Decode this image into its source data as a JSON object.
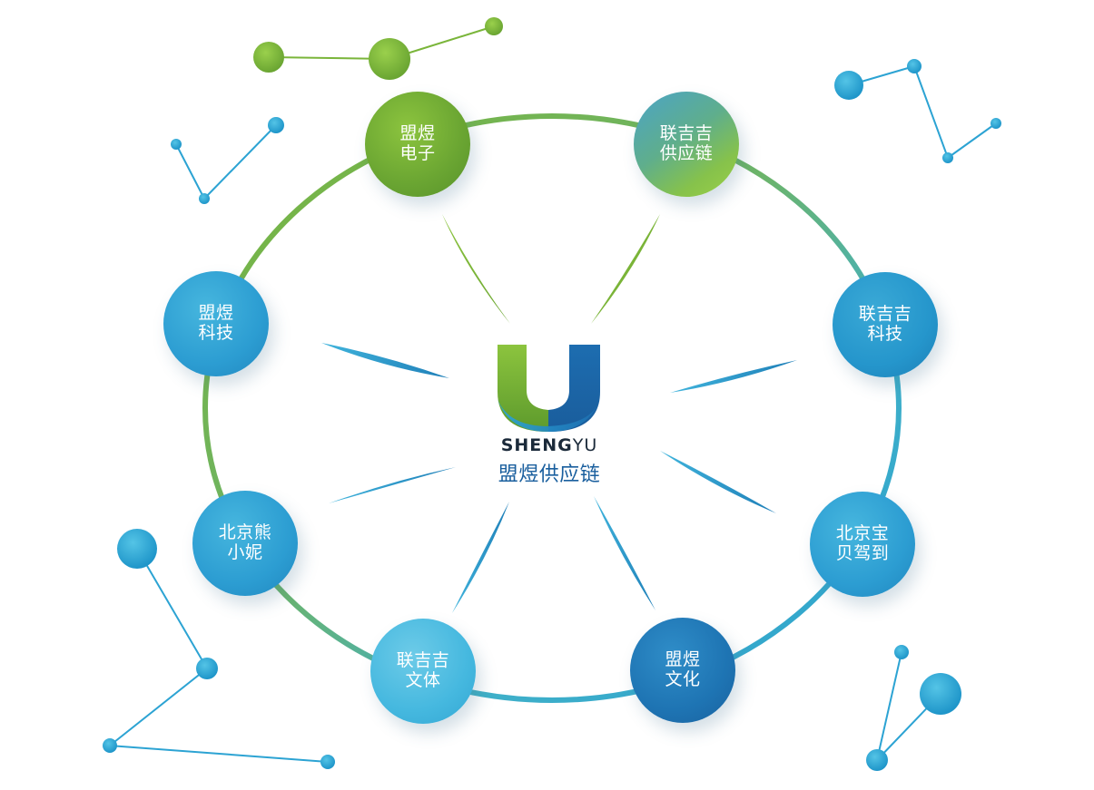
{
  "center": {
    "brand_en_bold": "SHENG",
    "brand_en_thin": "YU",
    "brand_cn": "盟煜供应链"
  },
  "nodes": [
    {
      "id": "mengyu-dianzi",
      "line1": "盟煜",
      "line2": "电子"
    },
    {
      "id": "lianjiji-gongyinglian",
      "line1": "联吉吉",
      "line2": "供应链"
    },
    {
      "id": "lianjiji-keji",
      "line1": "联吉吉",
      "line2": "科技"
    },
    {
      "id": "beijing-baobei-jiadao",
      "line1": "北京宝",
      "line2": "贝驾到"
    },
    {
      "id": "mengyu-wenhua",
      "line1": "盟煜",
      "line2": "文化"
    },
    {
      "id": "lianjiji-wenti",
      "line1": "联吉吉",
      "line2": "文体"
    },
    {
      "id": "beijing-xiongxiaoni",
      "line1": "北京熊",
      "line2": "小妮"
    },
    {
      "id": "mengyu-keji",
      "line1": "盟煜",
      "line2": "科技"
    }
  ],
  "colors": {
    "green": "#7ab53a",
    "blue": "#2596cc",
    "deep_blue": "#1a619e",
    "light_blue": "#45b8df",
    "text_dark": "#1b2a3a"
  }
}
